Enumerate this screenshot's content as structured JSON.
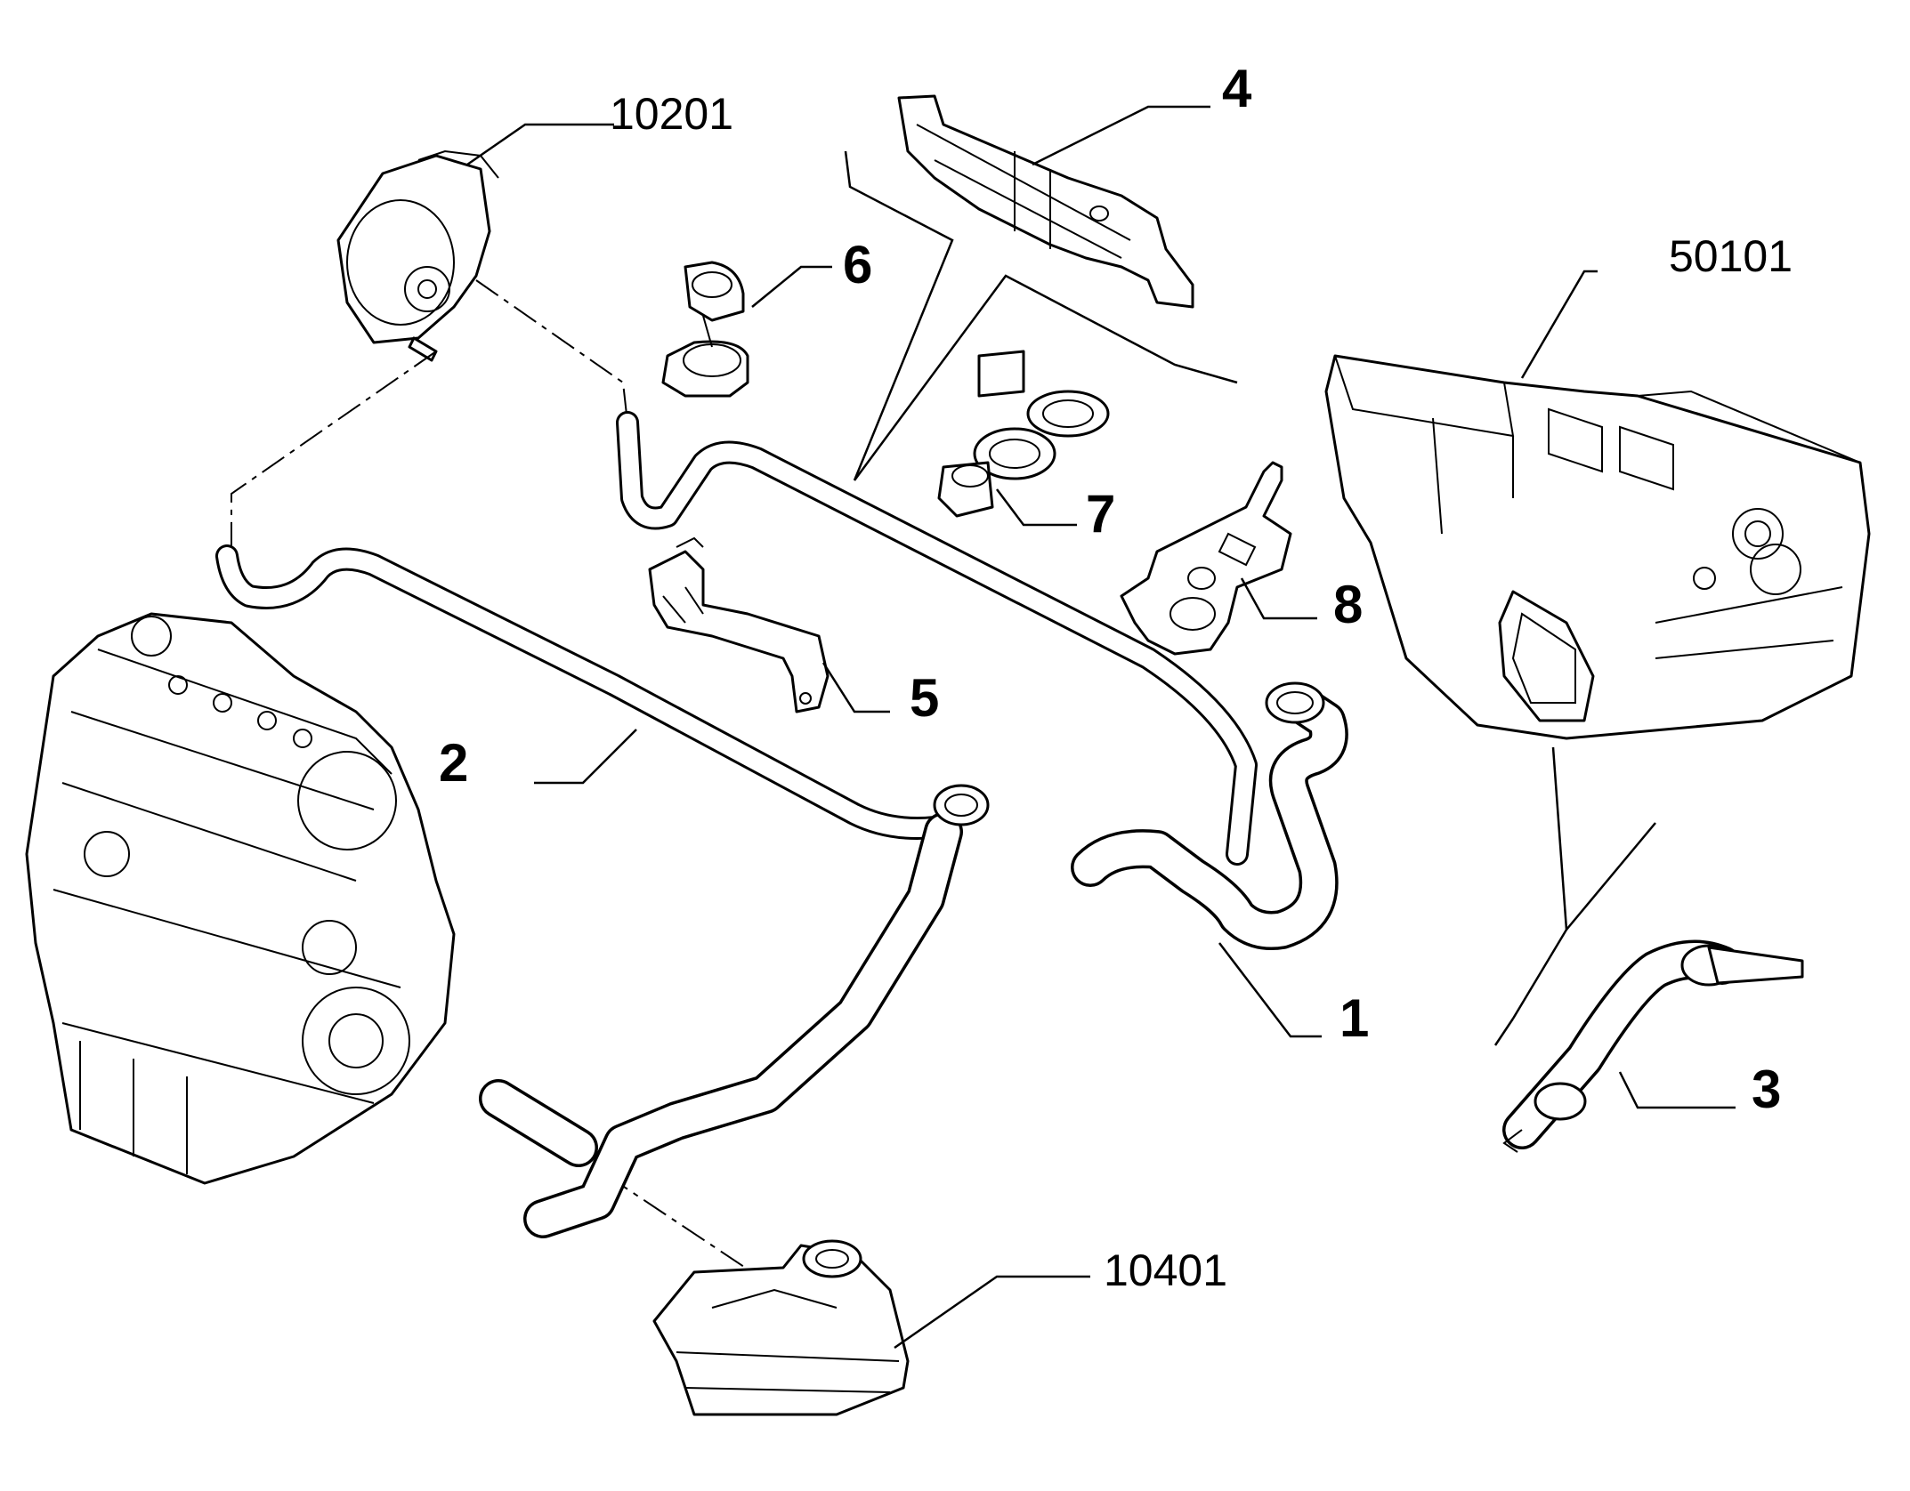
{
  "labels": {
    "part_1": "1",
    "part_2": "2",
    "part_3": "3",
    "part_4": "4",
    "part_5": "5",
    "part_6": "6",
    "part_7": "7",
    "part_8": "8",
    "group_10201": "10201",
    "group_50101": "50101",
    "group_10401": "10401"
  },
  "colors": {
    "line": "#000000",
    "background": "#ffffff"
  }
}
